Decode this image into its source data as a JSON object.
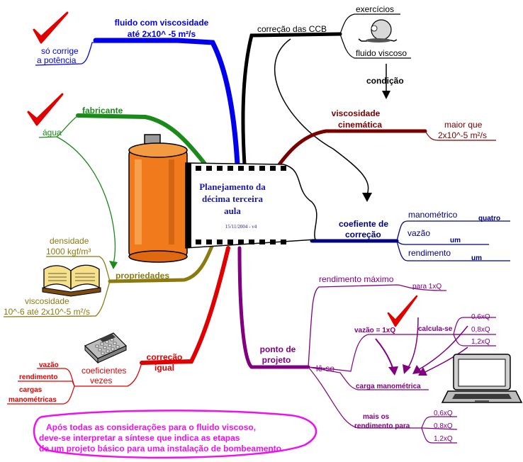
{
  "center": {
    "title_lines": [
      "Planejamento da",
      "décima terceira",
      "aula"
    ],
    "date": "15/11/2004 - v4"
  },
  "nodes": {
    "fluido_title_1": "fluido com viscosidade",
    "fluido_title_2": "até 2x10^ -5 m²/s",
    "so_corrige_1": "só corrige",
    "so_corrige_2": "a potência",
    "fabricante": "fabricante",
    "agua": "água",
    "densidade_1": "densidade",
    "densidade_2": "1000 kgf/m³",
    "propriedades": "propriedades",
    "viscosidade_1": "viscosidade",
    "viscosidade_2": "10^-6 até 2x10^-5 m²/s",
    "correcao_igual_1": "correção",
    "correcao_igual_2": "igual",
    "coeficientes_1": "coeficientes",
    "coeficientes_2": "vezes",
    "vazao_left": "vazão",
    "rendimento_left": "rendimento",
    "cargas_1": "cargas",
    "cargas_2": "manométricas",
    "correcao_ccb": "correção das CCB",
    "exercicios": "exercícios",
    "fluido_viscoso": "fluido viscoso",
    "condicao": "condição",
    "visc_cin_1": "viscosidade",
    "visc_cin_2": "cinemática",
    "maior_que_1": "maior que",
    "maior_que_2": "2x10^-5 m²/s",
    "coef_corr_1": "coefiente de",
    "coef_corr_2": "correção",
    "manometrico": "manométrico",
    "quatro": "quatro",
    "vazao_r": "vazão",
    "um_1": "um",
    "rendimento_r": "rendimento",
    "um_2": "um",
    "rend_max": "rendimento máximo",
    "para_1xq": "para 1xQ",
    "ponto_1": "ponto de",
    "ponto_2": "projeto",
    "le_se": "lê-se",
    "vazao_1xq": "vazão = 1xQ",
    "calcula_se": "calcula-se",
    "q06_a": "0,6xQ",
    "q08_a": "0,8xQ",
    "q12_a": "1,2xQ",
    "carga_man": "carga manométrica",
    "mais_os_1": "mais os",
    "mais_os_2": "rendimento para",
    "q06_b": "0,6xQ",
    "q08_b": "0,8xQ",
    "q12_b": "1,2xQ"
  },
  "note": {
    "line1": "Após todas as considerações para o fluido viscoso,",
    "line2": "deve-se interpretar a síntese que indica as etapas",
    "line3": "de um projeto básico para uma instalação de bombeamento"
  },
  "colors": {
    "blue": "#0000ee",
    "green": "#1a8a1a",
    "olive": "#8a7a10",
    "red": "#e00000",
    "black": "#000000",
    "maroon": "#7a0000",
    "navy": "#000080",
    "purple": "#800080",
    "magenta": "#ee10ee"
  },
  "icons": [
    "checkmark-icon",
    "film-canister-icon",
    "book-icon",
    "calculator-icon",
    "laptop-icon",
    "figure-ball-icon"
  ]
}
